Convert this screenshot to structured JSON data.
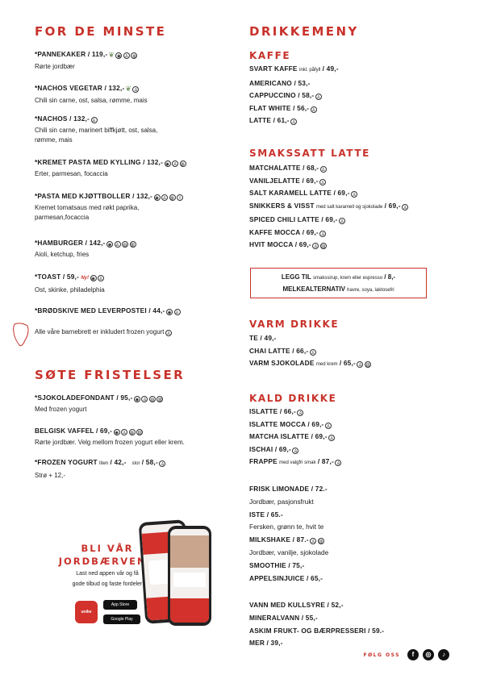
{
  "left": {
    "title_kids": "FOR DE MINSTE",
    "kids_items": [
      {
        "name": "*PANNEKAKER / 119,-",
        "desc": "Rørte jordbær"
      },
      {
        "name": "*NACHOS VEGETAR / 132,-",
        "desc": "Chili sin carne, ost, salsa, rømme, mais"
      },
      {
        "name": "*NACHOS / 132,-",
        "desc1": "Chili sin carne, marinert biffkjøtt, ost, salsa,",
        "desc2": "rømme, mais"
      },
      {
        "name": "*KREMET PASTA MED KYLLING / 132,-",
        "desc": "Erter, parmesan, focaccia"
      },
      {
        "name": "*PASTA MED KJØTTBOLLER / 132,-",
        "desc1": "Kremet tomatsaus med røkt paprika,",
        "desc2": "parmesan,focaccia"
      },
      {
        "name": "*HAMBURGER / 142,-",
        "desc": "Aioli, ketchup, fries"
      },
      {
        "name": "*TOAST / 59,-",
        "nytt": "Ny!",
        "desc": "Ost, skinke, philadelphia"
      },
      {
        "name": "*BRØDSKIVE MED LEVERPOSTEI / 44,-"
      }
    ],
    "kids_note": "Alle våre barnebrett er inkludert frozen yogurt",
    "title_sweets": "SØTE FRISTELSER",
    "sweets": [
      {
        "name": "*SJOKOLADEFONDANT / 95,-",
        "desc": "Med frozen yogurt"
      },
      {
        "name": "BELGISK VAFFEL / 69,-",
        "desc": "Rørte jordbær. Velg mellom frozen yogurt eller krem."
      },
      {
        "name_a": "*FROZEN YOGURT",
        "small_a": "liten",
        "price_a": "/ 42,-",
        "small_b": "stor",
        "price_b": "/ 58,-",
        "desc": "Strø + 12,-"
      }
    ]
  },
  "right": {
    "title": "DRIKKEMENY",
    "kaffe_title": "KAFFE",
    "kaffe": [
      {
        "name": "SVART KAFFE",
        "small": "inkl. påfyll",
        "price": "/ 49,-"
      },
      {
        "name": "AMERICANO / 53,-"
      },
      {
        "name": "CAPPUCCINO / 58,-"
      },
      {
        "name": "FLAT WHITE / 56,-"
      },
      {
        "name": "LATTE / 61,-"
      }
    ],
    "latte_title": "SMAKSSATT LATTE",
    "latte": [
      {
        "name": "MATCHALATTE / 68,-"
      },
      {
        "name": "VANILJELATTE / 69,-"
      },
      {
        "name": "SALT KARAMELL LATTE / 69,-"
      },
      {
        "name": "SNIKKERS & VISST",
        "small": "med salt karamell og sjokolade",
        "price": "/ 69,-"
      },
      {
        "name": "SPICED CHILI LATTE / 69,-"
      },
      {
        "name": "KAFFE MOCCA / 69,-"
      },
      {
        "name": "HVIT MOCCA / 69,-"
      }
    ],
    "box": {
      "l1_bold": "LEGG TIL",
      "l1_small": "smakssirup, krem eller espresso",
      "l1_end": "/ 8,-",
      "l2_bold": "MELKEALTERNATIV",
      "l2_small": "havre, soya, laktosefri"
    },
    "varm_title": "VARM DRIKKE",
    "varm": [
      {
        "name": "TE / 49,-"
      },
      {
        "name": "CHAI LATTE / 66,-"
      },
      {
        "name": "VARM SJOKOLADE",
        "small": "med krem",
        "price": "/ 65,-"
      }
    ],
    "kald_title": "KALD DRIKKE",
    "kald": [
      {
        "name": "ISLATTE / 66,-"
      },
      {
        "name": "ISLATTE MOCCA / 69,-"
      },
      {
        "name": "MATCHA ISLATTE  / 69,-"
      },
      {
        "name": "ISCHAI / 69,-"
      },
      {
        "name": "FRAPPE",
        "small": "med valgfri smak",
        "price": "/ 87,-"
      }
    ],
    "kald2": [
      {
        "bold": "FRISK LIMONADE / 72.-"
      },
      {
        "plain": "Jordbær, pasjonsfrukt"
      },
      {
        "bold": "ISTE / 65.-"
      },
      {
        "plain": "Fersken, grønn te, hvit te"
      },
      {
        "bold": "MILKSHAKE / 87.-"
      },
      {
        "plain": "Jordbær, vanilje, sjokolade"
      },
      {
        "bold": "SMOOTHIE / 75,-"
      },
      {
        "bold": "APPELSINJUICE / 65,-"
      }
    ],
    "vann": [
      {
        "bold": "VANN MED KULLSYRE / 52,-"
      },
      {
        "bold": "MINERALVANN / 55,-"
      },
      {
        "bold": "ASKIM FRUKT- OG BÆRPRESSERI / 59.-"
      },
      {
        "bold": "MER / 39,-"
      }
    ]
  },
  "promo": {
    "title1": "BLI VÅR",
    "title2": "JORDBÆRVENN",
    "sub1": "Last ned appen vår og få",
    "sub2": "gode tilbud og faste fordeler",
    "app_store": "App Store",
    "google_play": "Google Play",
    "app_name": "unike"
  },
  "footer": {
    "follow": "FØLG OSS"
  },
  "colors": {
    "accent": "#c8322b",
    "text": "#1a1a1a"
  }
}
